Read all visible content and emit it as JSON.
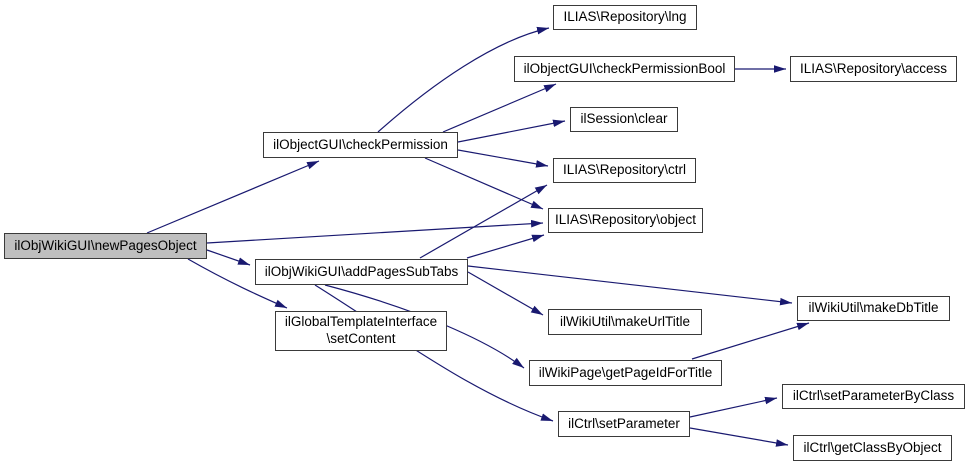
{
  "diagram": {
    "type": "call-graph",
    "edge_color": "#191970",
    "node_border_color": "#3a3a3a",
    "node_fill": "#ffffff",
    "root_fill": "#bfbfbf"
  },
  "nodes": {
    "newPagesObject": {
      "label": "ilObjWikiGUI\\newPagesObject",
      "role": "root"
    },
    "checkPermission": {
      "label": "ilObjectGUI\\checkPermission"
    },
    "lng": {
      "label": "ILIAS\\Repository\\lng"
    },
    "checkPermissionBool": {
      "label": "ilObjectGUI\\checkPermissionBool"
    },
    "access": {
      "label": "ILIAS\\Repository\\access"
    },
    "clear": {
      "label": "ilSession\\clear"
    },
    "ctrl": {
      "label": "ILIAS\\Repository\\ctrl"
    },
    "object": {
      "label": "ILIAS\\Repository\\object"
    },
    "addPagesSubTabs": {
      "label": "ilObjWikiGUI\\addPagesSubTabs"
    },
    "setContent": {
      "label": "ilGlobalTemplateInterface\\setContent",
      "line1": "ilGlobalTemplateInterface",
      "line2": "\\setContent"
    },
    "makeUrlTitle": {
      "label": "ilWikiUtil\\makeUrlTitle"
    },
    "makeDbTitle": {
      "label": "ilWikiUtil\\makeDbTitle"
    },
    "getPageIdForTitle": {
      "label": "ilWikiPage\\getPageIdForTitle"
    },
    "setParameter": {
      "label": "ilCtrl\\setParameter"
    },
    "setParameterByClass": {
      "label": "ilCtrl\\setParameterByClass"
    },
    "getClassByObject": {
      "label": "ilCtrl\\getClassByObject"
    }
  },
  "edges": [
    {
      "from": "newPagesObject",
      "to": "checkPermission"
    },
    {
      "from": "newPagesObject",
      "to": "object"
    },
    {
      "from": "newPagesObject",
      "to": "addPagesSubTabs"
    },
    {
      "from": "newPagesObject",
      "to": "setContent"
    },
    {
      "from": "checkPermission",
      "to": "lng"
    },
    {
      "from": "checkPermission",
      "to": "checkPermissionBool"
    },
    {
      "from": "checkPermission",
      "to": "clear"
    },
    {
      "from": "checkPermission",
      "to": "ctrl"
    },
    {
      "from": "checkPermission",
      "to": "object"
    },
    {
      "from": "checkPermissionBool",
      "to": "access"
    },
    {
      "from": "addPagesSubTabs",
      "to": "ctrl"
    },
    {
      "from": "addPagesSubTabs",
      "to": "object"
    },
    {
      "from": "addPagesSubTabs",
      "to": "makeDbTitle"
    },
    {
      "from": "addPagesSubTabs",
      "to": "makeUrlTitle"
    },
    {
      "from": "addPagesSubTabs",
      "to": "getPageIdForTitle"
    },
    {
      "from": "addPagesSubTabs",
      "to": "setParameter"
    },
    {
      "from": "getPageIdForTitle",
      "to": "makeDbTitle"
    },
    {
      "from": "setParameter",
      "to": "setParameterByClass"
    },
    {
      "from": "setParameter",
      "to": "getClassByObject"
    }
  ]
}
